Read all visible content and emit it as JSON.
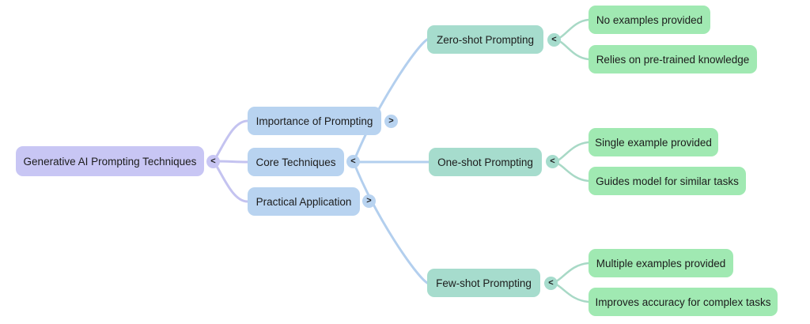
{
  "colors": {
    "background": "#ffffff",
    "text": "#1c1c1c",
    "root_fill": "#c8c6f4",
    "branch_fill": "#b8d3f0",
    "technique_fill": "#a6dccd",
    "detail_fill": "#a0e9b2",
    "root_link": "#c4c3f0",
    "branch_link": "#b3cfee",
    "technique_link": "#a8d9c6"
  },
  "tree": {
    "label": "Generative AI Prompting Techniques",
    "collapse_icon": "<",
    "children": [
      {
        "label": "Importance of Prompting",
        "collapse_icon": ">",
        "children": []
      },
      {
        "label": "Core Techniques",
        "collapse_icon": "<",
        "children": [
          {
            "label": "Zero-shot Prompting",
            "collapse_icon": "<",
            "children": [
              {
                "label": "No examples provided"
              },
              {
                "label": "Relies on pre-trained knowledge"
              }
            ]
          },
          {
            "label": "One-shot Prompting",
            "collapse_icon": "<",
            "children": [
              {
                "label": "Single example provided"
              },
              {
                "label": "Guides model for similar tasks"
              }
            ]
          },
          {
            "label": "Few-shot Prompting",
            "collapse_icon": "<",
            "children": [
              {
                "label": "Multiple examples provided"
              },
              {
                "label": "Improves accuracy for complex tasks"
              }
            ]
          }
        ]
      },
      {
        "label": "Practical Application",
        "collapse_icon": ">",
        "children": []
      }
    ]
  }
}
